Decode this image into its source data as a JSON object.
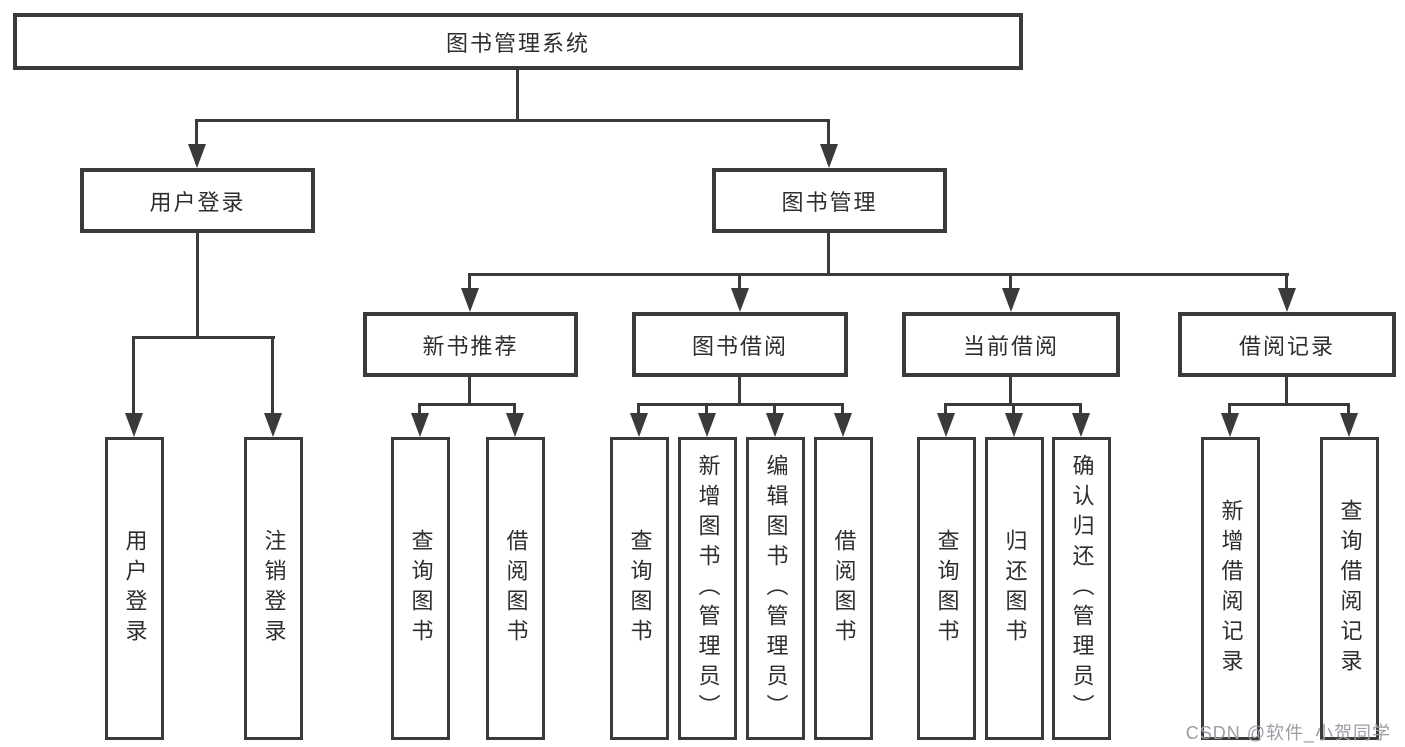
{
  "tree": {
    "label": "图书管理系统",
    "children": [
      {
        "label": "用户登录",
        "children": [
          {
            "label": "用户登录"
          },
          {
            "label": "注销登录"
          }
        ]
      },
      {
        "label": "图书管理",
        "children": [
          {
            "label": "新书推荐",
            "children": [
              {
                "label": "查询图书"
              },
              {
                "label": "借阅图书"
              }
            ]
          },
          {
            "label": "图书借阅",
            "children": [
              {
                "label": "查询图书"
              },
              {
                "label": "新增图书（管理员）"
              },
              {
                "label": "编辑图书（管理员）"
              },
              {
                "label": "借阅图书"
              }
            ]
          },
          {
            "label": "当前借阅",
            "children": [
              {
                "label": "查询图书"
              },
              {
                "label": "归还图书"
              },
              {
                "label": "确认归还（管理员）"
              }
            ]
          },
          {
            "label": "借阅记录",
            "children": [
              {
                "label": "新增借阅记录"
              },
              {
                "label": "查询借阅记录"
              }
            ]
          }
        ]
      }
    ]
  },
  "watermark": {
    "text": "CSDN @软件_小贺同学"
  },
  "colors": {
    "line": "#3a3a3a",
    "text": "#2e2e2e",
    "background": "#ffffff",
    "watermark": "#9d9da6"
  }
}
